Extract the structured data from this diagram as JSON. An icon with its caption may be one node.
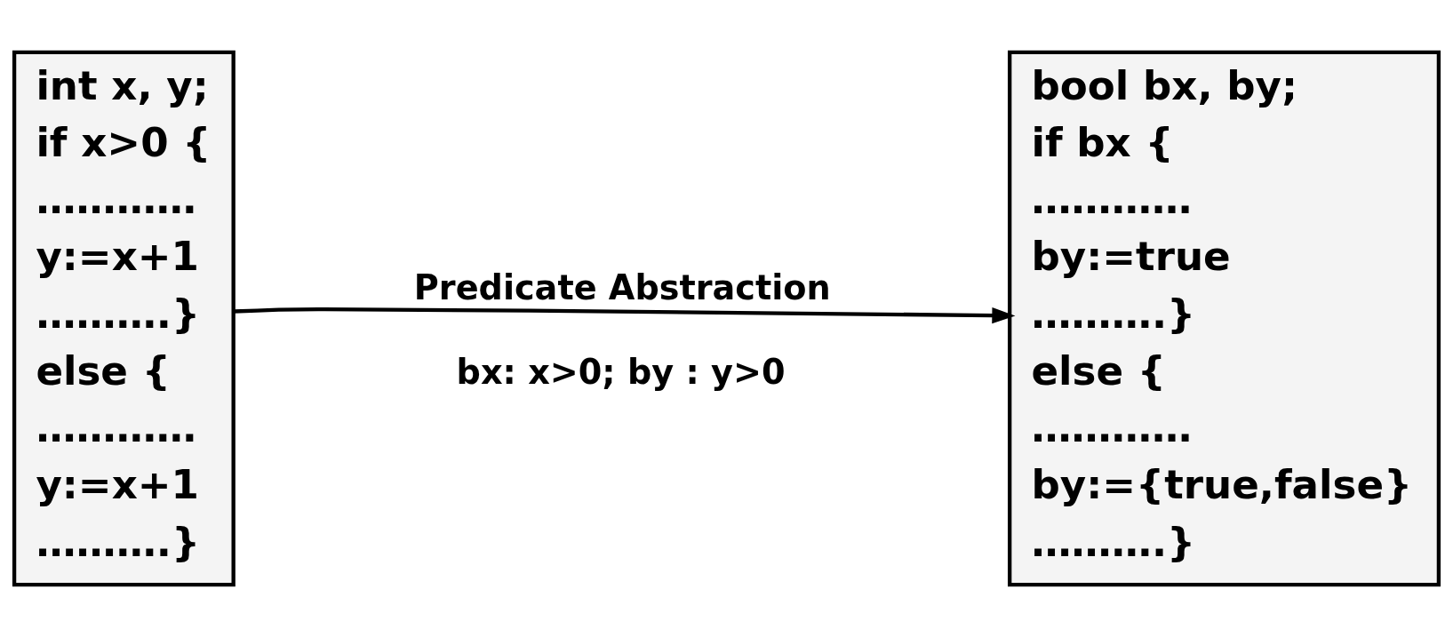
{
  "diagram": {
    "nodes": [
      {
        "text": [
          "int x, y;",
          "if x>0 {",
          "…………",
          "y:=x+1",
          "……….}",
          "else {",
          "…………",
          "y:=x+1",
          "……….}"
        ]
      },
      {
        "text": [
          "bool bx, by;",
          "if bx {",
          "…………",
          "by:=true",
          "……….}",
          "else {",
          "…………",
          "by:={true,false}",
          "……….}"
        ]
      }
    ],
    "edges": [
      {
        "from": 0,
        "to": 1,
        "arrow": "to",
        "label": "Predicate Abstraction"
      }
    ],
    "labels": [
      "bx: x>0; by : y>0"
    ]
  }
}
